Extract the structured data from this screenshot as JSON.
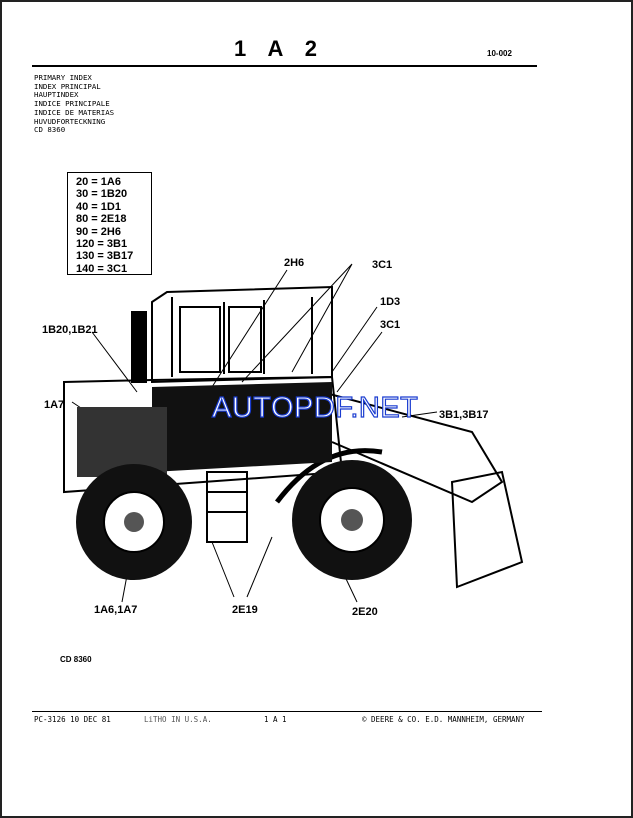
{
  "header": {
    "title": "1 A 2",
    "code": "10-002"
  },
  "index_lines": [
    "PRIMARY INDEX",
    "INDEX PRINCIPAL",
    "HAUPTINDEX",
    "INDICE PRINCIPALE",
    "INDICE DE MATERIAS",
    "HUVUDFORTECKNING",
    "CD 8360"
  ],
  "legend": [
    "20 = 1A6",
    "30 = 1B20",
    "40 = 1D1",
    "80 = 2E18",
    "90 = 2H6",
    "120 = 3B1",
    "130 = 3B17",
    "140 = 3C1"
  ],
  "callouts": {
    "c2h6": "2H6",
    "c3c1a": "3C1",
    "c1d3": "1D3",
    "c3c1b": "3C1",
    "c1b20": "1B20,1B21",
    "c1a7": "1A7",
    "c3b1": "3B1,3B17",
    "c1a6": "1A6,1A7",
    "c2e19": "2E19",
    "c2e20": "2E20"
  },
  "watermark": "AUTOPDF.NET",
  "figure_code": "CD 8360",
  "footer": {
    "pc": "PC-3126 10 DEC 81",
    "litho": "LiTHO IN U.S.A.",
    "page": "1 A 1",
    "copyright": "© DEERE & CO. E.D. MANNHEIM, GERMANY"
  }
}
